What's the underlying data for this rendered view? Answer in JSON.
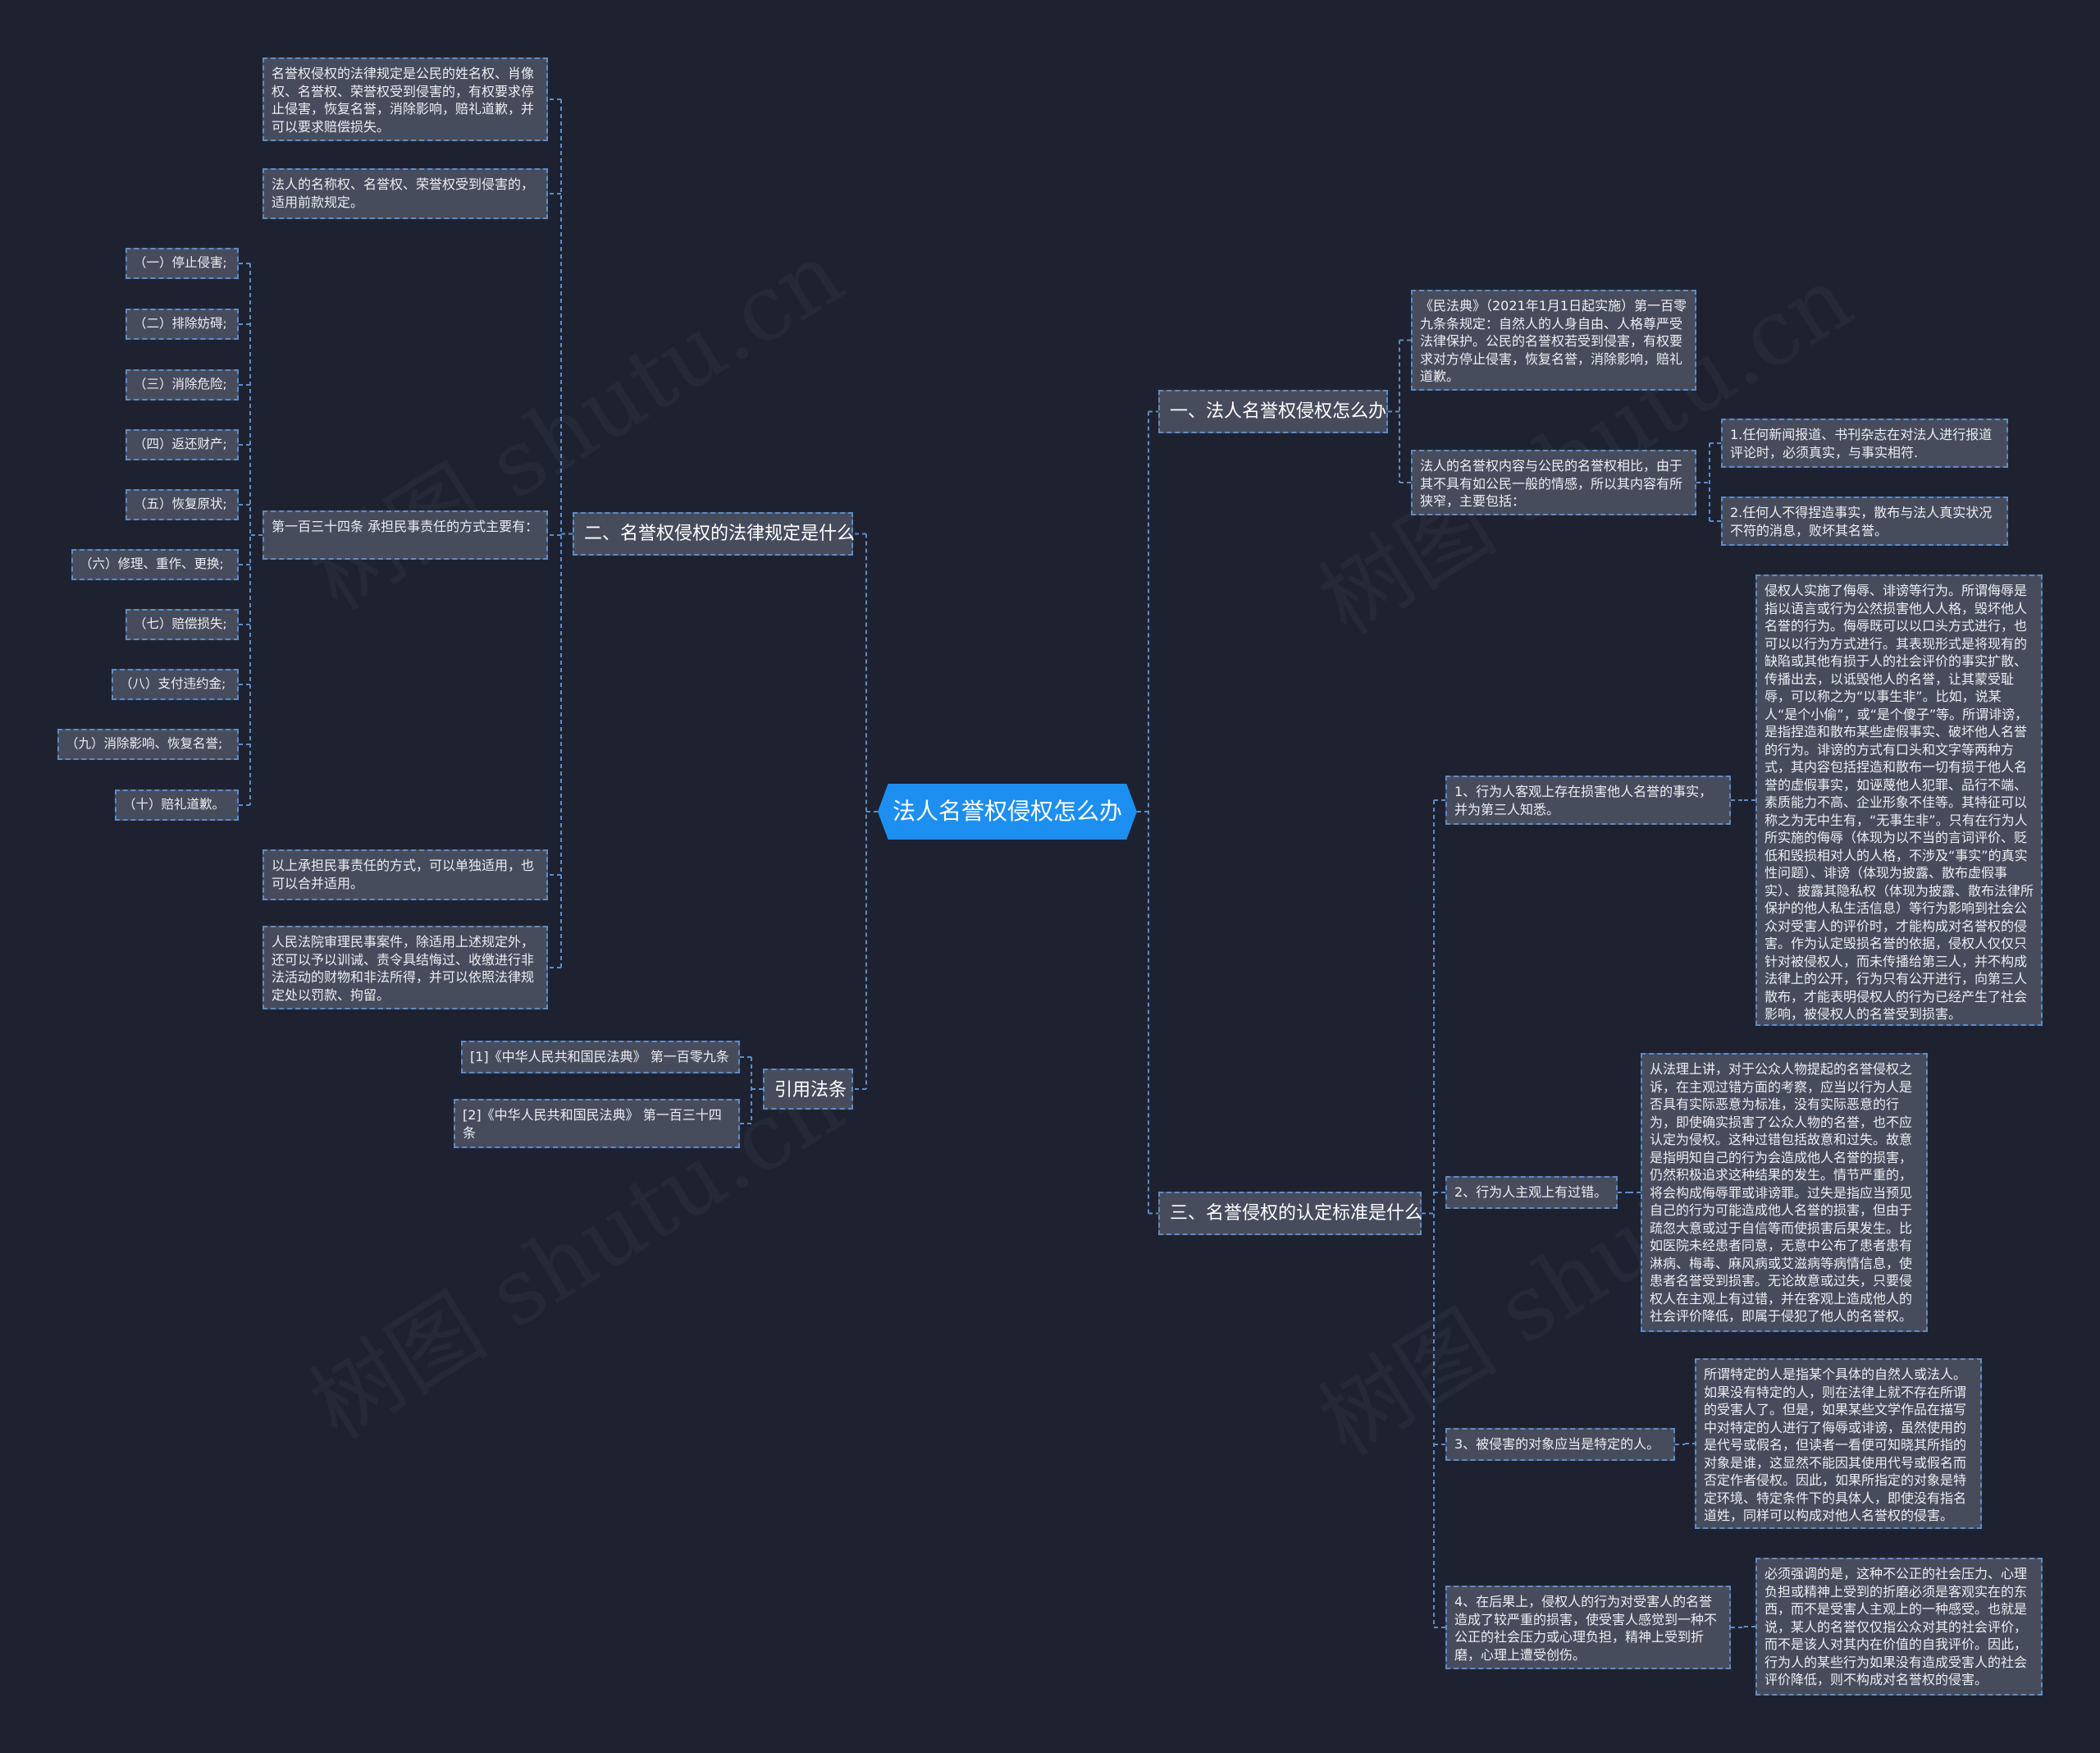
{
  "root": {
    "title": "法人名誉权侵权怎么办"
  },
  "branches": {
    "b1": "一、法人名誉权侵权怎么办",
    "b2": "二、名誉权侵权的法律规定是什么",
    "b3": "三、名誉侵权的认定标准是什么",
    "b4": "引用法条"
  },
  "b1": {
    "n1": "《民法典》（2021年1月1日起实施）第一百零九条条规定：自然人的人身自由、人格尊严受法律保护。公民的名誉权若受到侵害，有权要求对方停止侵害，恢复名誉，消除影响，赔礼道歉。",
    "n2": "法人的名誉权内容与公民的名誉权相比，由于其不具有如公民一般的情感，所以其内容有所狭窄，主要包括：",
    "n2a": "1.任何新闻报道、书刊杂志在对法人进行报道评论时，必须真实，与事实相符.",
    "n2b": "2.任何人不得捏造事实，散布与法人真实状况不符的消息，败坏其名誉。"
  },
  "b2": {
    "n1": "名誉权侵权的法律规定是公民的姓名权、肖像权、名誉权、荣誉权受到侵害的，有权要求停止侵害，恢复名誉，消除影响，赔礼道歉，并可以要求赔偿损失。",
    "n2": "法人的名称权、名誉权、荣誉权受到侵害的，适用前款规定。",
    "n3": "第一百三十四条 承担民事责任的方式主要有：",
    "items": [
      "（一）停止侵害;",
      "（二）排除妨碍;",
      "（三）消除危险;",
      "（四）返还财产;",
      "（五）恢复原状;",
      "（六）修理、重作、更换;",
      "（七）赔偿损失;",
      "（八）支付违约金;",
      "（九）消除影响、恢复名誉;",
      "（十）赔礼道歉。"
    ],
    "n4": "以上承担民事责任的方式，可以单独适用，也可以合并适用。",
    "n5": "人民法院审理民事案件，除适用上述规定外，还可以予以训诫、责令具结悔过、收缴进行非法活动的财物和非法所得，并可以依照法律规定处以罚款、拘留。"
  },
  "b3": {
    "c1": "1、行为人客观上存在损害他人名誉的事实，并为第三人知悉。",
    "d1": "侵权人实施了侮辱、诽谤等行为。所谓侮辱是指以语言或行为公然损害他人人格，毁坏他人名誉的行为。侮辱既可以以口头方式进行，也可以以行为方式进行。其表现形式是将现有的缺陷或其他有损于人的社会评价的事实扩散、传播出去，以诋毁他人的名誉，让其蒙受耻辱，可以称之为“以事生非”。比如，说某人“是个小偷”，或“是个傻子”等。所谓诽谤，是指捏造和散布某些虚假事实、破坏他人名誉的行为。诽谤的方式有口头和文字等两种方式，其内容包括捏造和散布一切有损于他人名誉的虚假事实，如诬蔑他人犯罪、品行不端、素质能力不高、企业形象不佳等。其特征可以称之为无中生有，“无事生非”。只有在行为人所实施的侮辱（体现为以不当的言词评价、贬低和毁损相对人的人格，不涉及“事实”的真实性问题）、诽谤（体现为披露、散布虚假事实）、披露其隐私权（体现为披露、散布法律所保护的他人私生活信息）等行为影响到社会公众对受害人的评价时，才能构成对名誉权的侵害。作为认定毁损名誉的依据，侵权人仅仅只针对被侵权人，而未传播给第三人，并不构成法律上的公开，行为只有公开进行，向第三人散布，才能表明侵权人的行为已经产生了社会影响，被侵权人的名誉受到损害。",
    "c2": "2、行为人主观上有过错。",
    "d2": "从法理上讲，对于公众人物提起的名誉侵权之诉，在主观过错方面的考察，应当以行为人是否具有实际恶意为标准，没有实际恶意的行为，即使确实损害了公众人物的名誉，也不应认定为侵权。这种过错包括故意和过失。故意是指明知自己的行为会造成他人名誉的损害，仍然积极追求这种结果的发生。情节严重的，将会构成侮辱罪或诽谤罪。过失是指应当预见自己的行为可能造成他人名誉的损害，但由于疏忽大意或过于自信等而使损害后果发生。比如医院未经患者同意，无意中公布了患者患有淋病、梅毒、麻风病或艾滋病等病情信息，使患者名誉受到损害。无论故意或过失，只要侵权人在主观上有过错，并在客观上造成他人的社会评价降低，即属于侵犯了他人的名誉权。",
    "c3": "3、被侵害的对象应当是特定的人。",
    "d3": "所谓特定的人是指某个具体的自然人或法人。如果没有特定的人，则在法律上就不存在所谓的受害人了。但是，如果某些文学作品在描写中对特定的人进行了侮辱或诽谤，虽然使用的是代号或假名，但读者一看便可知晓其所指的对象是谁，这显然不能因其使用代号或假名而否定作者侵权。因此，如果所指定的对象是特定环境、特定条件下的具体人，即使没有指名道姓，同样可以构成对他人名誉权的侵害。",
    "c4": "4、在后果上，侵权人的行为对受害人的名誉造成了较严重的损害，使受害人感觉到一种不公正的社会压力或心理负担，精神上受到折磨，心理上遭受创伤。",
    "d4": "必须强调的是，这种不公正的社会压力、心理负担或精神上受到的折磨必须是客观实在的东西，而不是受害人主观上的一种感受。也就是说，某人的名誉仅仅指公众对其的社会评价，而不是该人对其内在价值的自我评价。因此，行为人的某些行为如果没有造成受害人的社会评价降低，则不构成对名誉权的侵害。"
  },
  "b4": {
    "r1": "[1]《中华人民共和国民法典》 第一百零九条",
    "r2": "[2]《中华人民共和国民法典》 第一百三十四条"
  },
  "watermark": "树图 shutu.cn",
  "colors": {
    "background": "#1e2230",
    "node_fill": "#474c5d",
    "border": "#5d8cc7",
    "root_fill": "#1d8ff0"
  }
}
